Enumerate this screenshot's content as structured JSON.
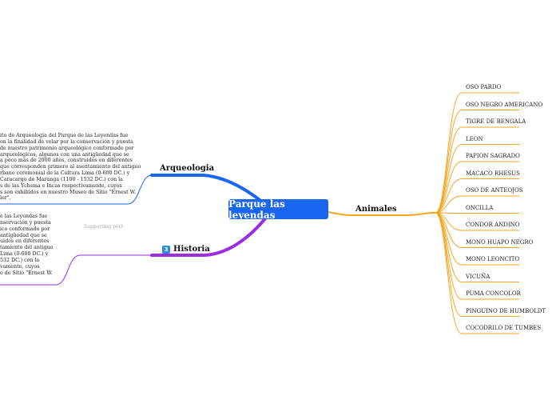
{
  "central": {
    "title": "Parque las leyendas"
  },
  "branches": {
    "animales": {
      "label": "Animales"
    },
    "arqueologia": {
      "label": "Arqueologia"
    },
    "historia": {
      "label": "Historia",
      "badge": "3",
      "supporting_label": "Supporting post"
    }
  },
  "animals": [
    "OSO PARDO",
    "OSO NEGRO AMERICANO",
    "TIGRE DE BENGALA",
    "LEON",
    "PAPION SAGRADO",
    "MACACO RHESUS",
    "OSO DE ANTEOJOS",
    "ONCILLA",
    "CONDOR ANDINO",
    "MONO HUAPO NEGRO",
    "MONO LEONCITO",
    "VICUÑA",
    "PUMA CONCOLOR",
    "PINGUINO DE HUMBOLDT",
    "COCODRILO DE TUMBES"
  ],
  "arqueologia_text": "ito de Arqueología del Parque de las Leyendas fue\non la finalidad de velar por la conservación y puesta\nde nuestro patrimonio arqueológico conformado por\narqueológicos, algunos con una antigüedad que se\na poco más de 2000 años, construidos en diferentes\nque corresponden primero al asentamiento del antiguo\nrbano ceremonial de la Cultura Lima (0-600 DC.) y\nCaracargo de Maranga (1100 - 1532 DC.) con la\ns de las Ychsma e Incas respectivamente, cuyos\ns son exhibidos en nuestro Museo de Sitio \"Ernest W.\nler\".",
  "historia_text": "e las Leyendas fue\nnservación y puesta\nico conformado por\nantigüedad que se\nuidos en diferentes\ntamiento del antiguo\nLima (0-600 DC.) y\n532 DC.) con la\nvamente, cuyos\no de Sitio \"Ernest W.",
  "colors": {
    "central": "#1a66f0",
    "animales_branch": "#f5a623",
    "arqueologia_branch": "#1a66f0",
    "historia_branch": "#9b2ee0"
  }
}
